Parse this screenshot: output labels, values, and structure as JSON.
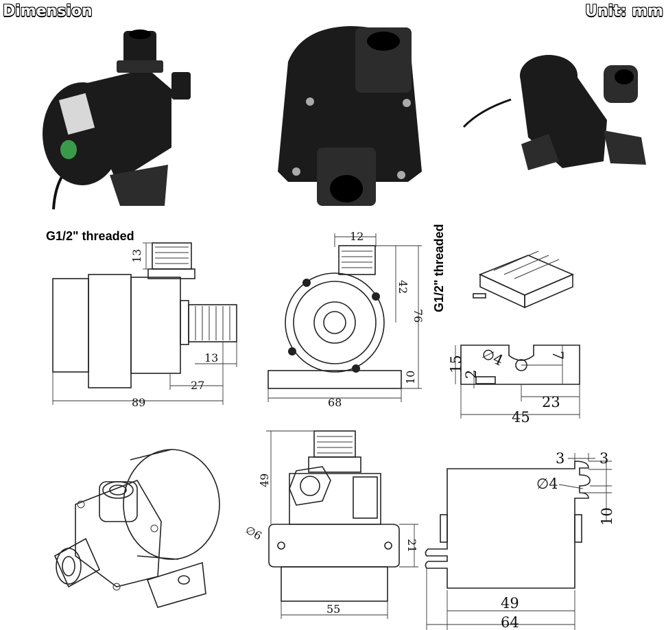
{
  "header": {
    "title": "Dimension",
    "unit": "Unit: mm"
  },
  "labels": {
    "thread_left": "G1/2\" threaded",
    "thread_vertical": "G1/2\" threaded"
  },
  "side_view": {
    "d13_top": "13",
    "d13_bottom": "13",
    "d27": "27",
    "d89": "89"
  },
  "front_view": {
    "d12": "12",
    "d42": "42",
    "d76": "76",
    "d10": "10",
    "d68": "68"
  },
  "bracket_view": {
    "d15": "15",
    "d2": "2",
    "d4": "∅4",
    "d7": "7",
    "d23": "23",
    "d45": "45"
  },
  "top_view": {
    "d49": "49",
    "d6": "∅6",
    "d21": "21",
    "d55": "55"
  },
  "plate_view": {
    "d3a": "3",
    "d3b": "3",
    "d4": "∅4",
    "d10": "10",
    "d49": "49",
    "d64": "64"
  }
}
